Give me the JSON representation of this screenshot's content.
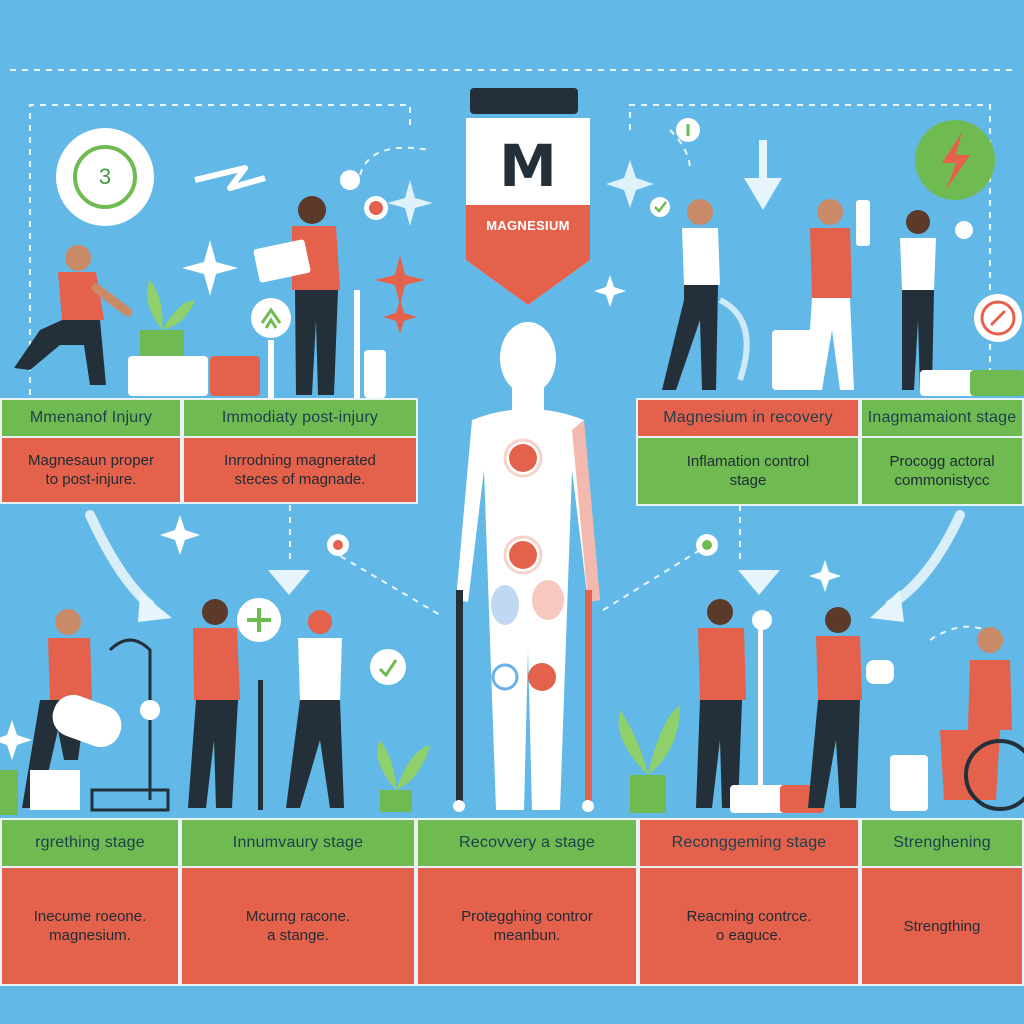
{
  "supplement": {
    "letter": "M",
    "label": "MAGNESIUM"
  },
  "step_number": "3",
  "top_cards": [
    {
      "title": "Mmenanof Injury",
      "body": "Magnesaun proper\nto post-injure."
    },
    {
      "title": "Immodiaty post-injury",
      "body": "Inrrodning magnerated\nsteces of magnade."
    },
    {
      "title": "Magnesium in recovery",
      "body": "Inflamation control\nstage"
    },
    {
      "title": "Inagmamaiont stage",
      "body": "Procogg actoral\ncommonistycc"
    }
  ],
  "bottom_cards": [
    {
      "title": "rgrething stage",
      "body": "Inecume roeone.\nmagnesium."
    },
    {
      "title": "Innumvaury stage",
      "body": "Mcurng racone.\na stange."
    },
    {
      "title": "Recovvery a stage",
      "body": "Protegghing contror\nmeanbun."
    },
    {
      "title": "Reconggeming stage",
      "body": "Reacming contrce.\no eaguce."
    },
    {
      "title": "Strenghening",
      "body": "Strengthing"
    }
  ],
  "colors": {
    "background": "#62b8e6",
    "accent_red": "#e4614b",
    "accent_green": "#6fbb52",
    "white": "#ffffff"
  }
}
